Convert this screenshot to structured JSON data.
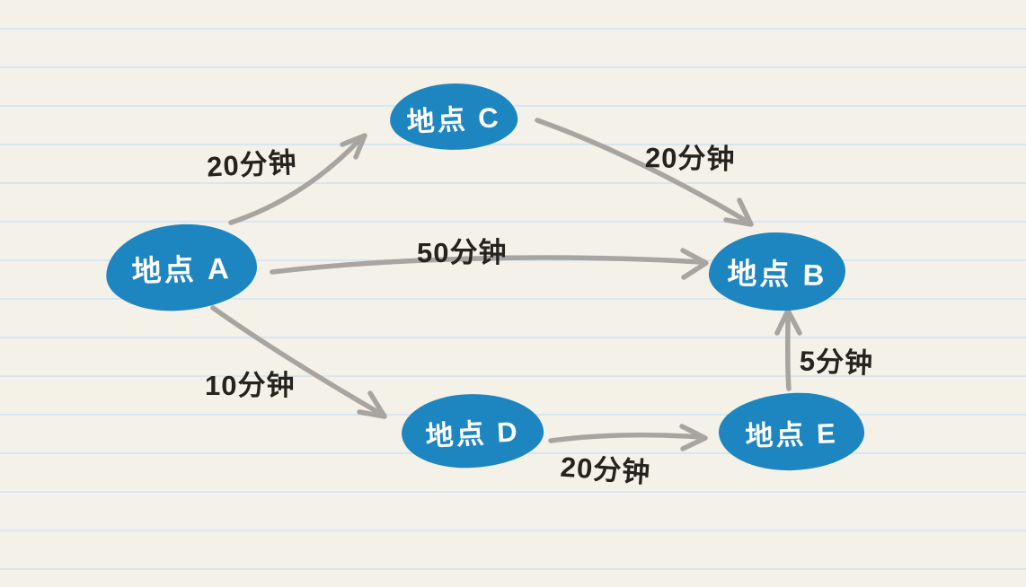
{
  "theme": {
    "paper_bg": "#f4f1e9",
    "rule_line_color": "#d9e5f0",
    "node_fill": "#1d86c0",
    "node_text_color": "#ffffff",
    "arrow_color": "#a8a5a1",
    "label_ink": "#26231e"
  },
  "diagram": {
    "type": "route-graph",
    "nodes": [
      {
        "id": "A",
        "label": "地点 A"
      },
      {
        "id": "B",
        "label": "地点 B"
      },
      {
        "id": "C",
        "label": "地点 C"
      },
      {
        "id": "D",
        "label": "地点 D"
      },
      {
        "id": "E",
        "label": "地点 E"
      }
    ],
    "edges": [
      {
        "from": "地点 A",
        "to": "地点 C",
        "label": "20分钟"
      },
      {
        "from": "地点 C",
        "to": "地点 B",
        "label": "20分钟"
      },
      {
        "from": "地点 A",
        "to": "地点 B",
        "label": "50分钟"
      },
      {
        "from": "地点 A",
        "to": "地点 D",
        "label": "10分钟"
      },
      {
        "from": "地点 D",
        "to": "地点 E",
        "label": "20分钟"
      },
      {
        "from": "地点 E",
        "to": "地点 B",
        "label": "5分钟"
      }
    ]
  }
}
